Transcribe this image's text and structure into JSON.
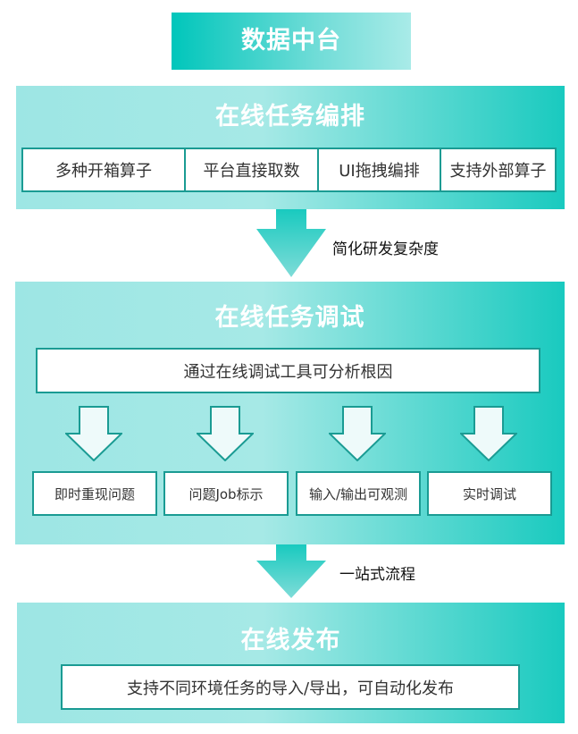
{
  "header": {
    "title": "数据中台"
  },
  "section1": {
    "title": "在线任务编排",
    "items": [
      "多种开箱算子",
      "平台直接取数",
      "UI拖拽编排",
      "支持外部算子"
    ]
  },
  "arrow1": {
    "label": "简化研发复杂度"
  },
  "section2": {
    "title": "在线任务调试",
    "summary": "通过在线调试工具可分析根因",
    "items": [
      "即时重现问题",
      "问题Job标示",
      "输入/输出可观测",
      "实时调试"
    ]
  },
  "arrow2": {
    "label": "一站式流程"
  },
  "section3": {
    "title": "在线发布",
    "summary": "支持不同环境任务的导入/导出，可自动化发布"
  },
  "colors": {
    "teal": "#00c9bd",
    "teal_light": "#9de6e4",
    "box_border": "#1a9b93",
    "arrow_fill": "#5dd6cf"
  },
  "icons": {
    "down_arrow": "down-arrow-icon"
  }
}
